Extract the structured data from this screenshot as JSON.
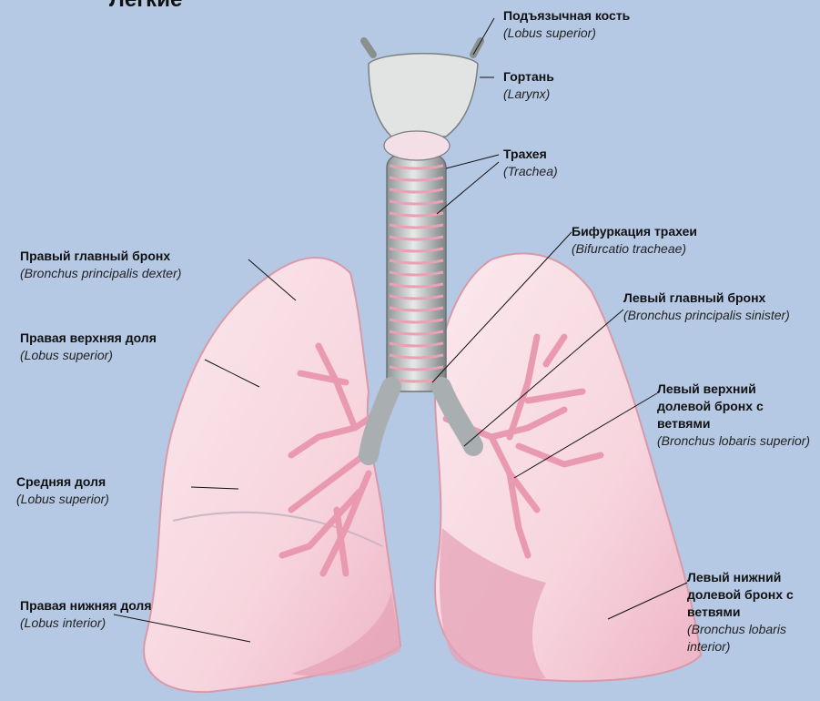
{
  "title": "Легкие",
  "labels": [
    {
      "id": "hyoid",
      "ru": "Подъязычная кость",
      "la": "(Lobus superior)"
    },
    {
      "id": "larynx",
      "ru": "Гортань",
      "la": "(Larynx)"
    },
    {
      "id": "trachea",
      "ru": "Трахея",
      "la": "(Trachea)"
    },
    {
      "id": "bifurc",
      "ru": "Бифуркация трахеи",
      "la": "(Bifurcatio tracheae)"
    },
    {
      "id": "lmain",
      "ru": "Левый главный бронх",
      "la": "(Bronchus principalis sinister)"
    },
    {
      "id": "lupper",
      "ru": "Левый верхний долевой бронх с ветвями",
      "la": "(Bronchus lobaris superior)"
    },
    {
      "id": "llower",
      "ru": "Левый нижний долевой бронх с ветвями",
      "la": "(Bronchus lobaris interior)"
    },
    {
      "id": "rmain",
      "ru": "Правый главный бронх",
      "la": "(Bronchus principalis dexter)"
    },
    {
      "id": "rupper",
      "ru": "Правая верхняя доля",
      "la": "(Lobus superior)"
    },
    {
      "id": "middle",
      "ru": "Средняя доля",
      "la": "(Lobus superior)"
    },
    {
      "id": "rlower",
      "ru": "Правая нижняя доля",
      "la": "(Lobus interior)"
    }
  ]
}
